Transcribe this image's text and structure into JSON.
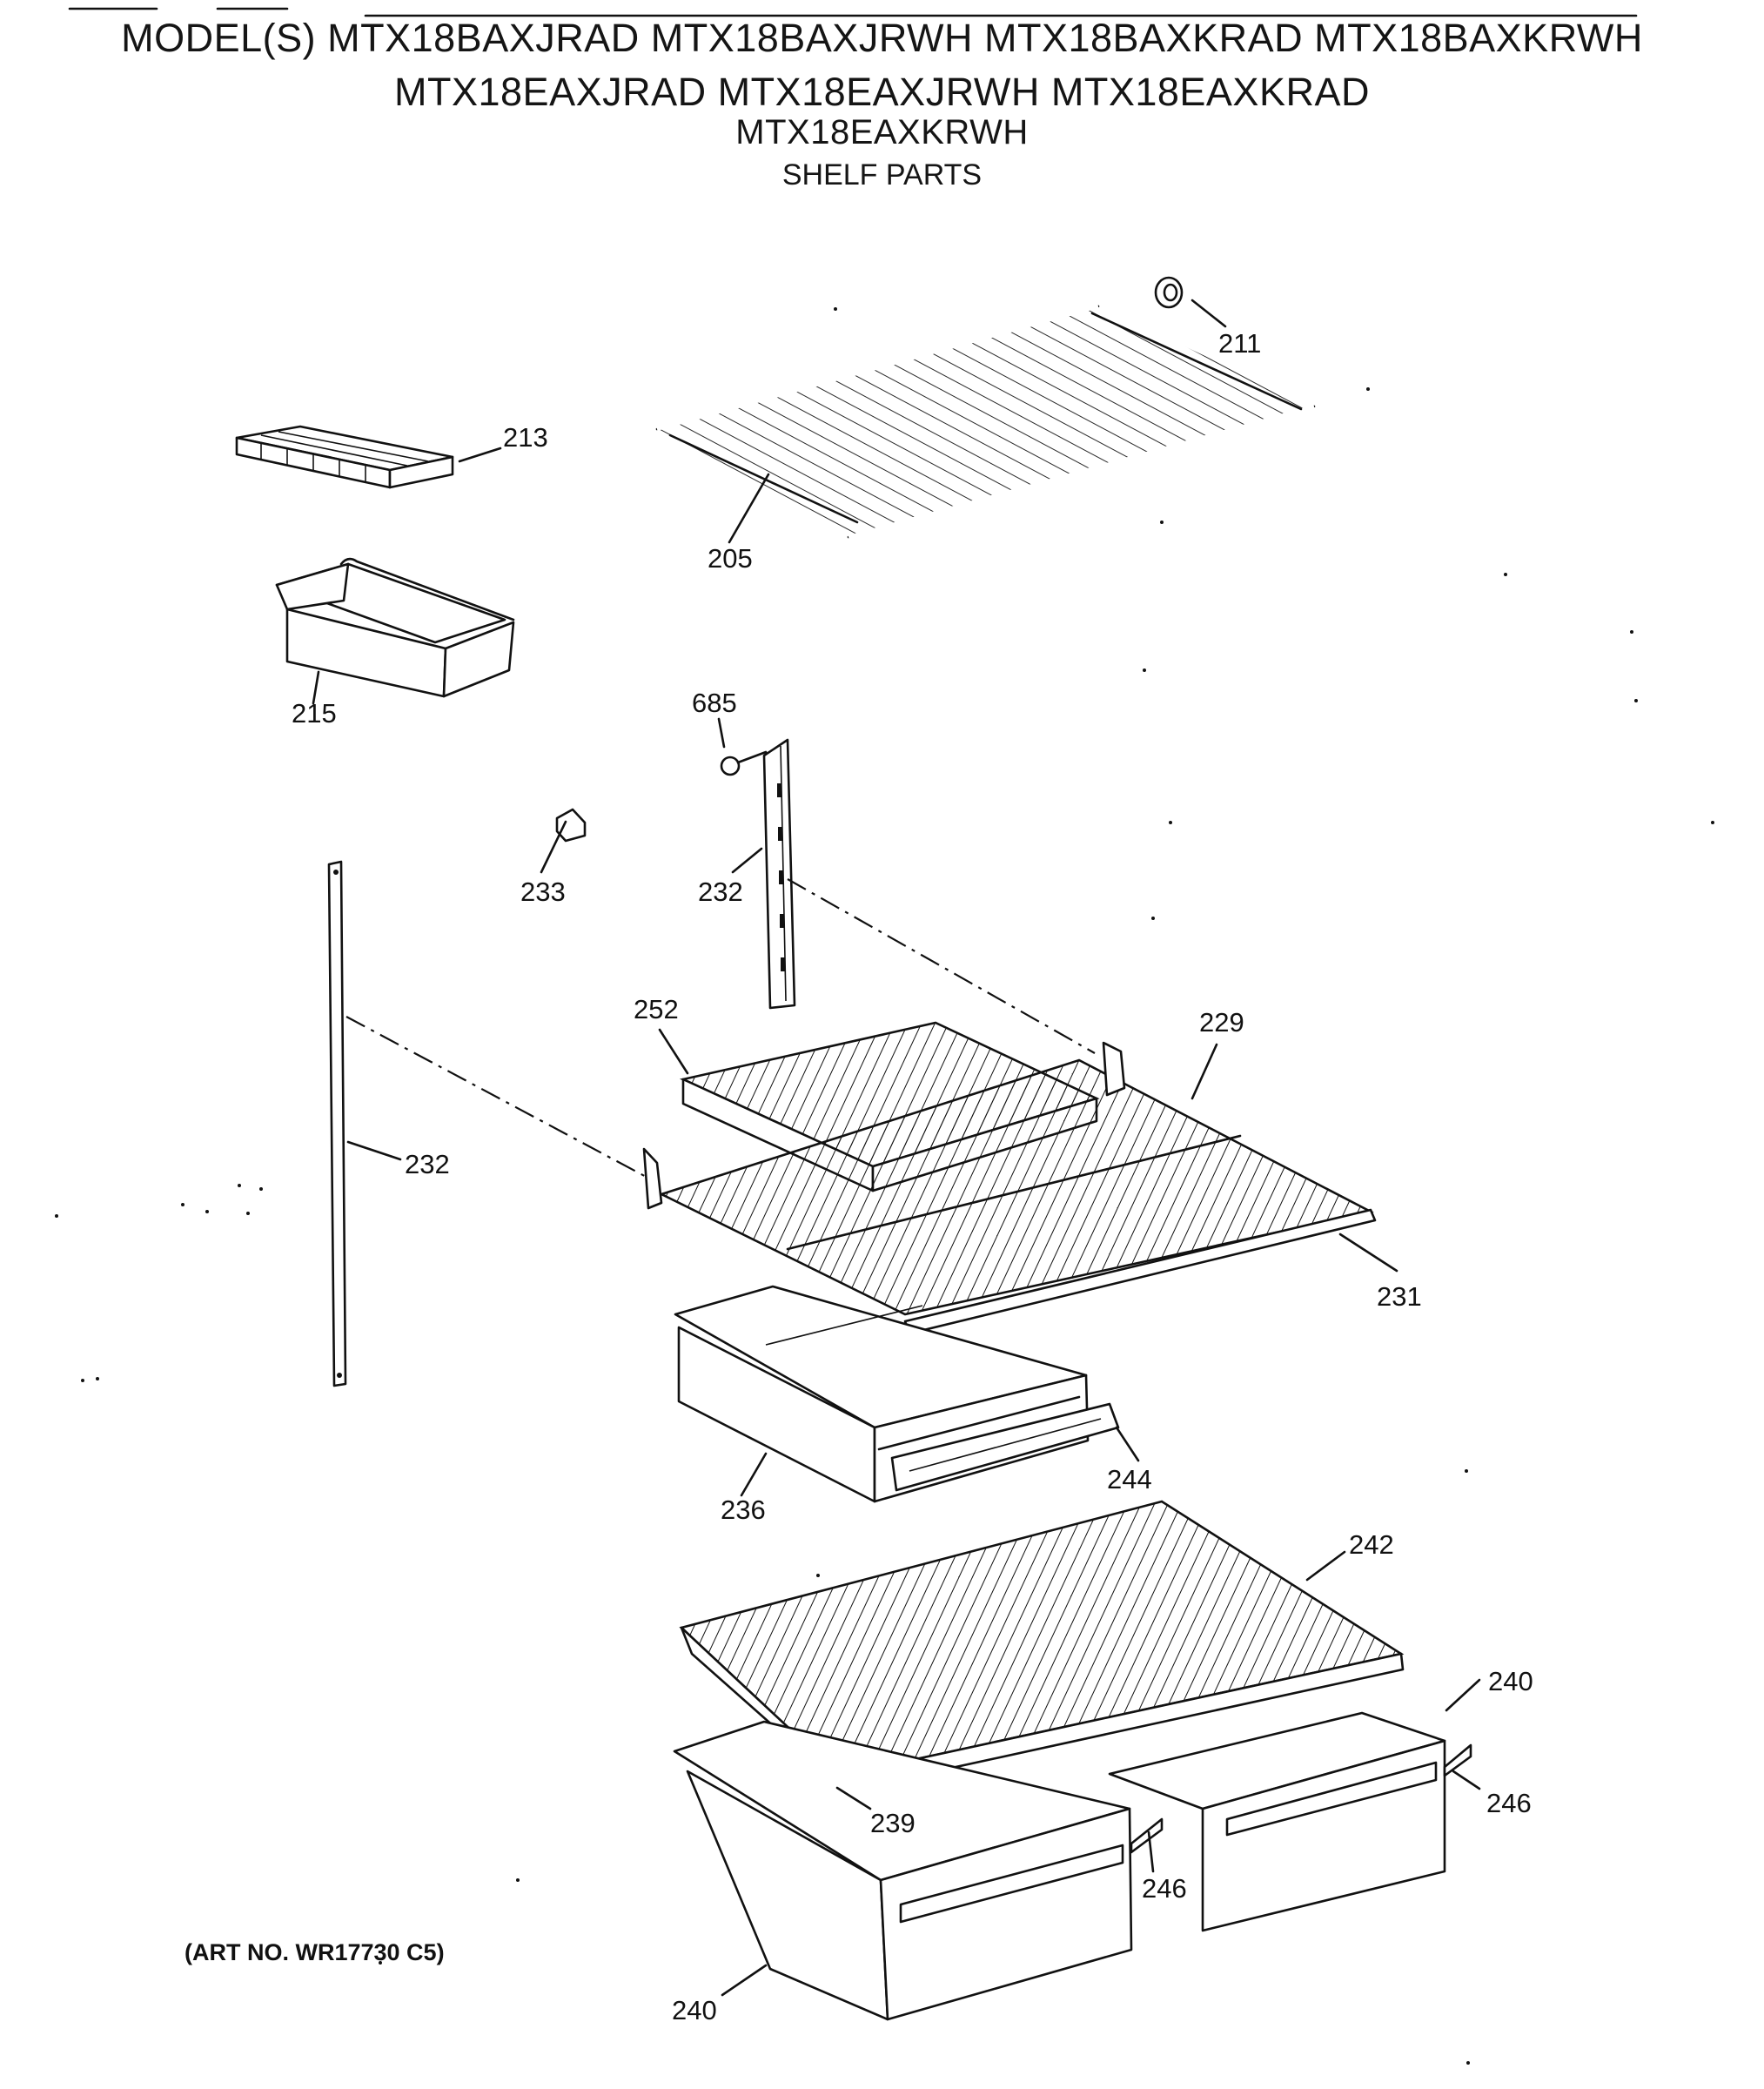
{
  "header": {
    "line1": "MODEL(S) MTX18BAXJRAD MTX18BAXJRWH MTX18BAXKRAD MTX18BAXKRWH",
    "line2": "MTX18EAXJRAD MTX18EAXJRWH MTX18EAXKRAD",
    "line3": "MTX18EAXKRWH",
    "line4": "SHELF PARTS"
  },
  "callouts": {
    "c211": "211",
    "c213": "213",
    "c205": "205",
    "c215": "215",
    "c685": "685",
    "c233": "233",
    "c232a": "232",
    "c232b": "232",
    "c252": "252",
    "c229": "229",
    "c231": "231",
    "c236": "236",
    "c244": "244",
    "c242": "242",
    "c240a": "240",
    "c246a": "246",
    "c239": "239",
    "c246b": "246",
    "c240b": "240"
  },
  "art_number": "(ART NO. WR17730 C5)"
}
